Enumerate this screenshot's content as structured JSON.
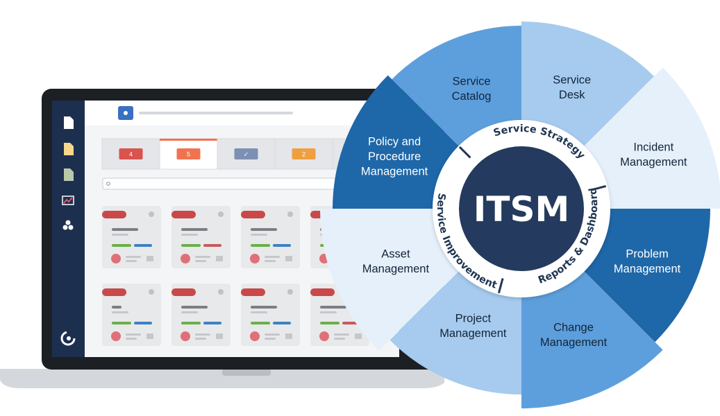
{
  "wheel": {
    "center_label": "ITSM",
    "ring_labels": {
      "service_strategy": "Service Strategy",
      "reports_dashboard": "Reports & Dashboard",
      "service_improvement": "Service Improvement"
    },
    "segments": [
      {
        "id": "service-catalog",
        "line1": "Service",
        "line2": "Catalog",
        "color": "#5d9fdc",
        "text": "#13243a"
      },
      {
        "id": "service-desk",
        "line1": "Service",
        "line2": "Desk",
        "color": "#a6cbee",
        "text": "#13243a"
      },
      {
        "id": "incident-management",
        "line1": "Incident",
        "line2": "Management",
        "color": "#e6f0fb",
        "text": "#13243a"
      },
      {
        "id": "problem-management",
        "line1": "Problem",
        "line2": "Management",
        "color": "#1e67a8",
        "text": "#ffffff"
      },
      {
        "id": "change-management",
        "line1": "Change",
        "line2": "Management",
        "color": "#5d9fdc",
        "text": "#13243a"
      },
      {
        "id": "project-management",
        "line1": "Project",
        "line2": "Management",
        "color": "#a6cbee",
        "text": "#13243a"
      },
      {
        "id": "asset-management",
        "line1": "Asset",
        "line2": "Management",
        "color": "#e6f0fb",
        "text": "#13243a"
      },
      {
        "id": "policy-procedure",
        "line1": "Policy and",
        "line2": "Procedure",
        "line3": "Management",
        "color": "#1e67a8",
        "text": "#ffffff"
      }
    ]
  },
  "laptop": {
    "tabs": [
      {
        "label": "4",
        "color": "#d9534f"
      },
      {
        "label": "5",
        "color": "#f07350"
      },
      {
        "label": "✓",
        "color": "#7e8fb4"
      },
      {
        "label": "2",
        "color": "#eea040"
      }
    ],
    "sidebar_icons": [
      "document-icon",
      "note-icon",
      "file-icon",
      "chart-icon",
      "group-icon",
      "logo-icon"
    ]
  }
}
